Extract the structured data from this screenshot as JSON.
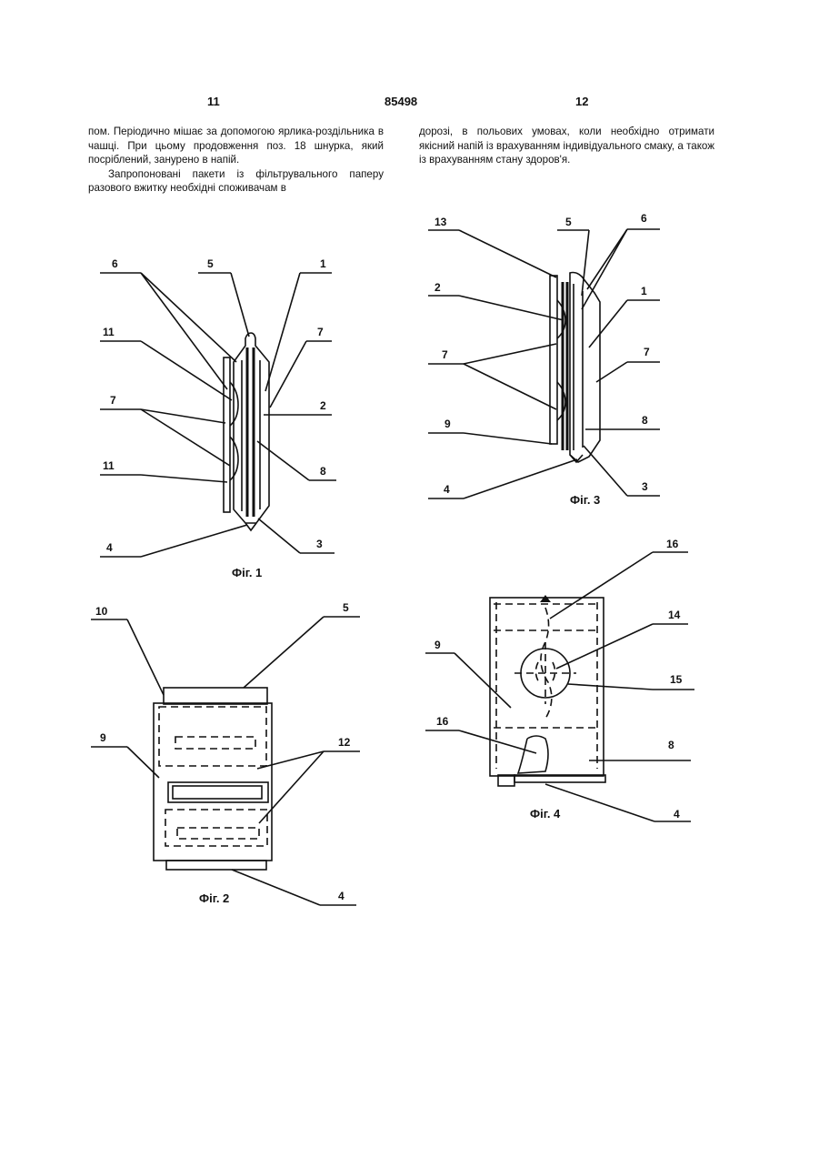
{
  "header": {
    "left_page": "11",
    "patent_number": "85498",
    "right_page": "12"
  },
  "left_column": {
    "paragraph1": "пом. Періодично мішає за допомогою ярлика-роздільника в чашці. При цьому продовження поз. 18 шнурка, який посріблений, занурено в напій.",
    "paragraph2": "Запропоновані пакети із фільтрувального паперу разового вжитку необхідні споживачам в"
  },
  "right_column": {
    "paragraph1": "дорозі, в польових умовах, коли необхідно отримати якісний напій із врахуванням індивідуального смаку, а також із врахуванням стану здоров'я."
  },
  "figures": {
    "fig1": {
      "caption": "Фіг. 1",
      "labels": [
        "6",
        "5",
        "1",
        "11",
        "7",
        "2",
        "7",
        "11",
        "8",
        "4",
        "3"
      ]
    },
    "fig2": {
      "caption": "Фіг. 2",
      "labels": [
        "10",
        "5",
        "9",
        "12",
        "4"
      ]
    },
    "fig3": {
      "caption": "Фіг. 3",
      "labels": [
        "13",
        "5",
        "6",
        "2",
        "1",
        "7",
        "7",
        "9",
        "8",
        "4",
        "3"
      ]
    },
    "fig4": {
      "caption": "Фіг. 4",
      "labels": [
        "16",
        "14",
        "9",
        "15",
        "16",
        "8",
        "4"
      ]
    }
  }
}
